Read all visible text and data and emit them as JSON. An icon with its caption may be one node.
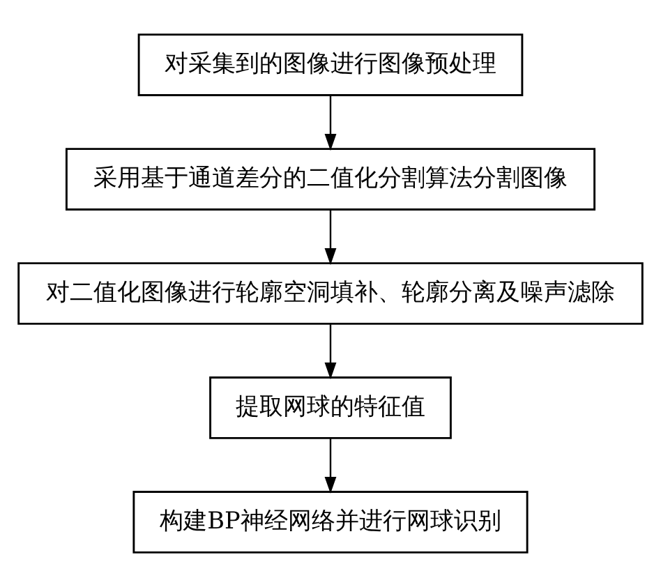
{
  "diagram": {
    "nodes": [
      {
        "text": [
          "对采集到的图像进行图像预处理"
        ]
      },
      {
        "text": [
          "采用基于通道差分的二值化分割算法分割图像"
        ]
      },
      {
        "text": [
          "对二值化图像进行轮廓空洞填补、轮廓分离及噪声滤除"
        ]
      },
      {
        "text": [
          "提取网球的特征值"
        ]
      },
      {
        "text": [
          "构建BP神经网络并进行网球识别"
        ]
      }
    ],
    "edges": [
      {
        "from": 0,
        "to": 1,
        "arrow": "to"
      },
      {
        "from": 1,
        "to": 2,
        "arrow": "to"
      },
      {
        "from": 2,
        "to": 3,
        "arrow": "to"
      },
      {
        "from": 3,
        "to": 4,
        "arrow": "to"
      }
    ]
  }
}
